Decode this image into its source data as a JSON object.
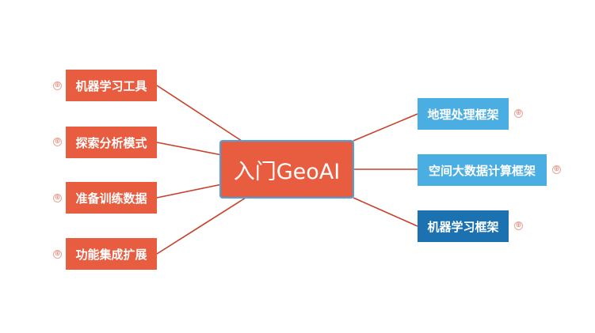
{
  "central": {
    "label": "入门GeoAI"
  },
  "left_topics": [
    {
      "label": "机器学习工具"
    },
    {
      "label": "探索分析模式"
    },
    {
      "label": "准备训练数据"
    },
    {
      "label": "功能集成扩展"
    }
  ],
  "right_topics": [
    {
      "label": "地理处理框架"
    },
    {
      "label": "空间大数据计算框架"
    },
    {
      "label": "机器学习框架"
    }
  ],
  "expand_icon": "⊕",
  "colors": {
    "left": "#e85c40",
    "right_light": "#4aaee3",
    "right_dark": "#1c72b1",
    "link": "#c8402a",
    "central_border": "#4aa3e0"
  }
}
